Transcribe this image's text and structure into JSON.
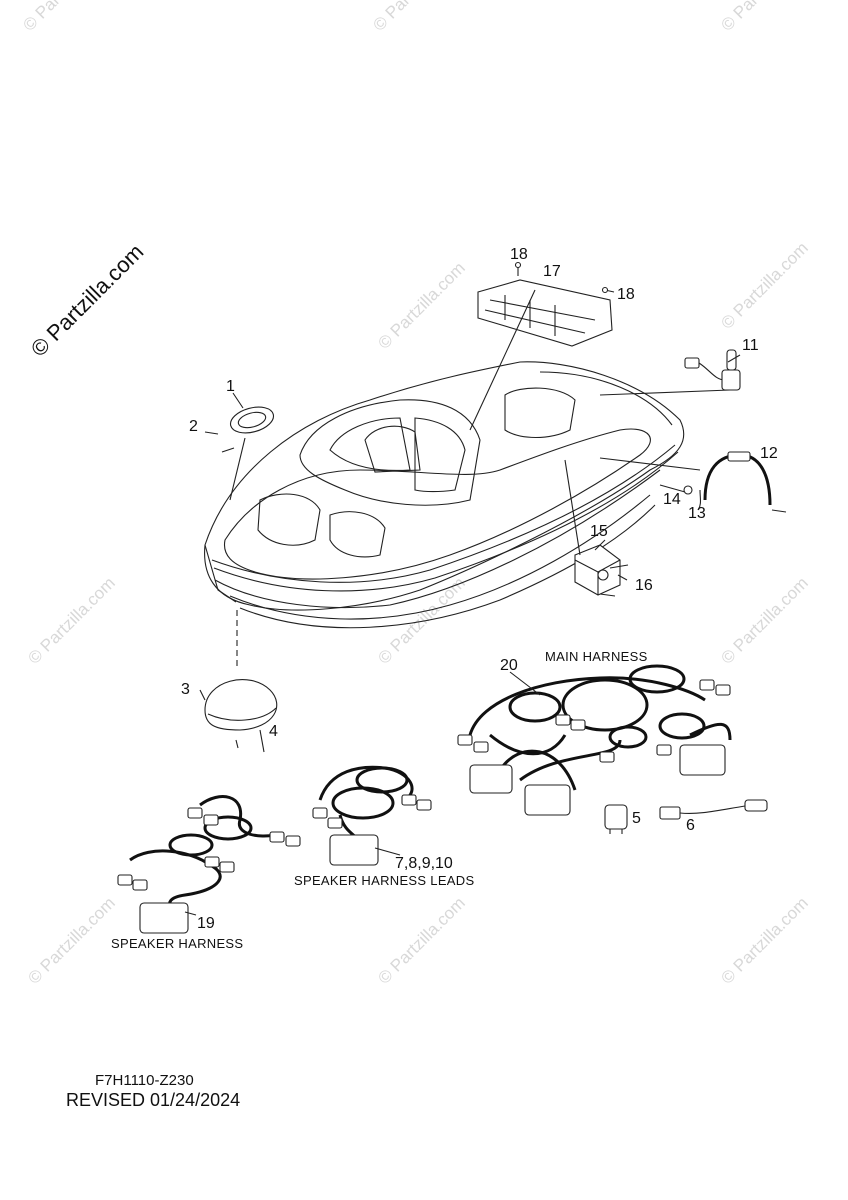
{
  "watermark": {
    "main_text": "© Partzilla.com",
    "tile_text": "© Partzilla.com"
  },
  "callouts": {
    "c1": "1",
    "c2": "2",
    "c3": "3",
    "c4": "4",
    "c5": "5",
    "c6": "6",
    "c7_10": "7,8,9,10",
    "c11": "11",
    "c12": "12",
    "c13": "13",
    "c14": "14",
    "c15": "15",
    "c16": "16",
    "c17": "17",
    "c18a": "18",
    "c18b": "18",
    "c19": "19",
    "c20": "20"
  },
  "captions": {
    "main_harness": "MAIN HARNESS",
    "speaker_harness_leads": "SPEAKER HARNESS LEADS",
    "speaker_harness": "SPEAKER HARNESS"
  },
  "footer": {
    "code": "F7H1110-Z230",
    "revised": "REVISED 01/24/2024"
  }
}
